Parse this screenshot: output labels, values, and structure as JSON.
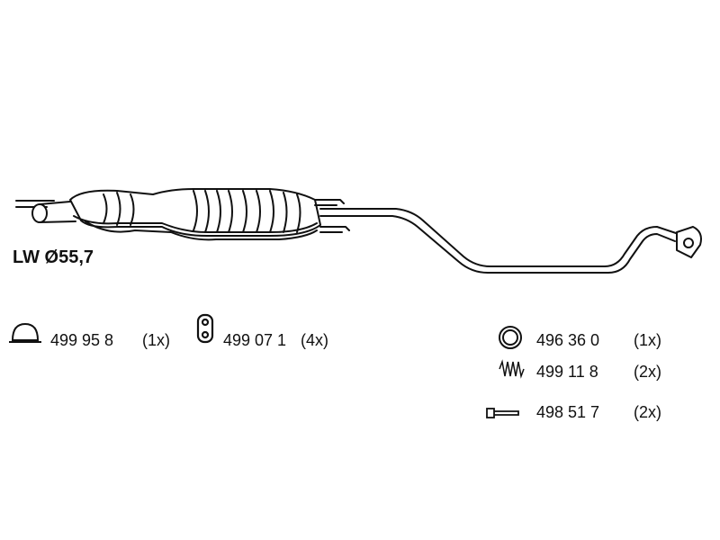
{
  "diameter_label": "LW Ø55,7",
  "parts": [
    {
      "number": "499 95 8",
      "qty": "(1x)",
      "icon": "clamp-icon"
    },
    {
      "number": "499 07 1",
      "qty": "(4x)",
      "icon": "rubber-mount-icon"
    },
    {
      "number": "496 36 0",
      "qty": "(1x)",
      "icon": "gasket-ring-icon"
    },
    {
      "number": "499 11 8",
      "qty": "(2x)",
      "icon": "spring-icon"
    },
    {
      "number": "498 51 7",
      "qty": "(2x)",
      "icon": "bolt-icon"
    }
  ]
}
